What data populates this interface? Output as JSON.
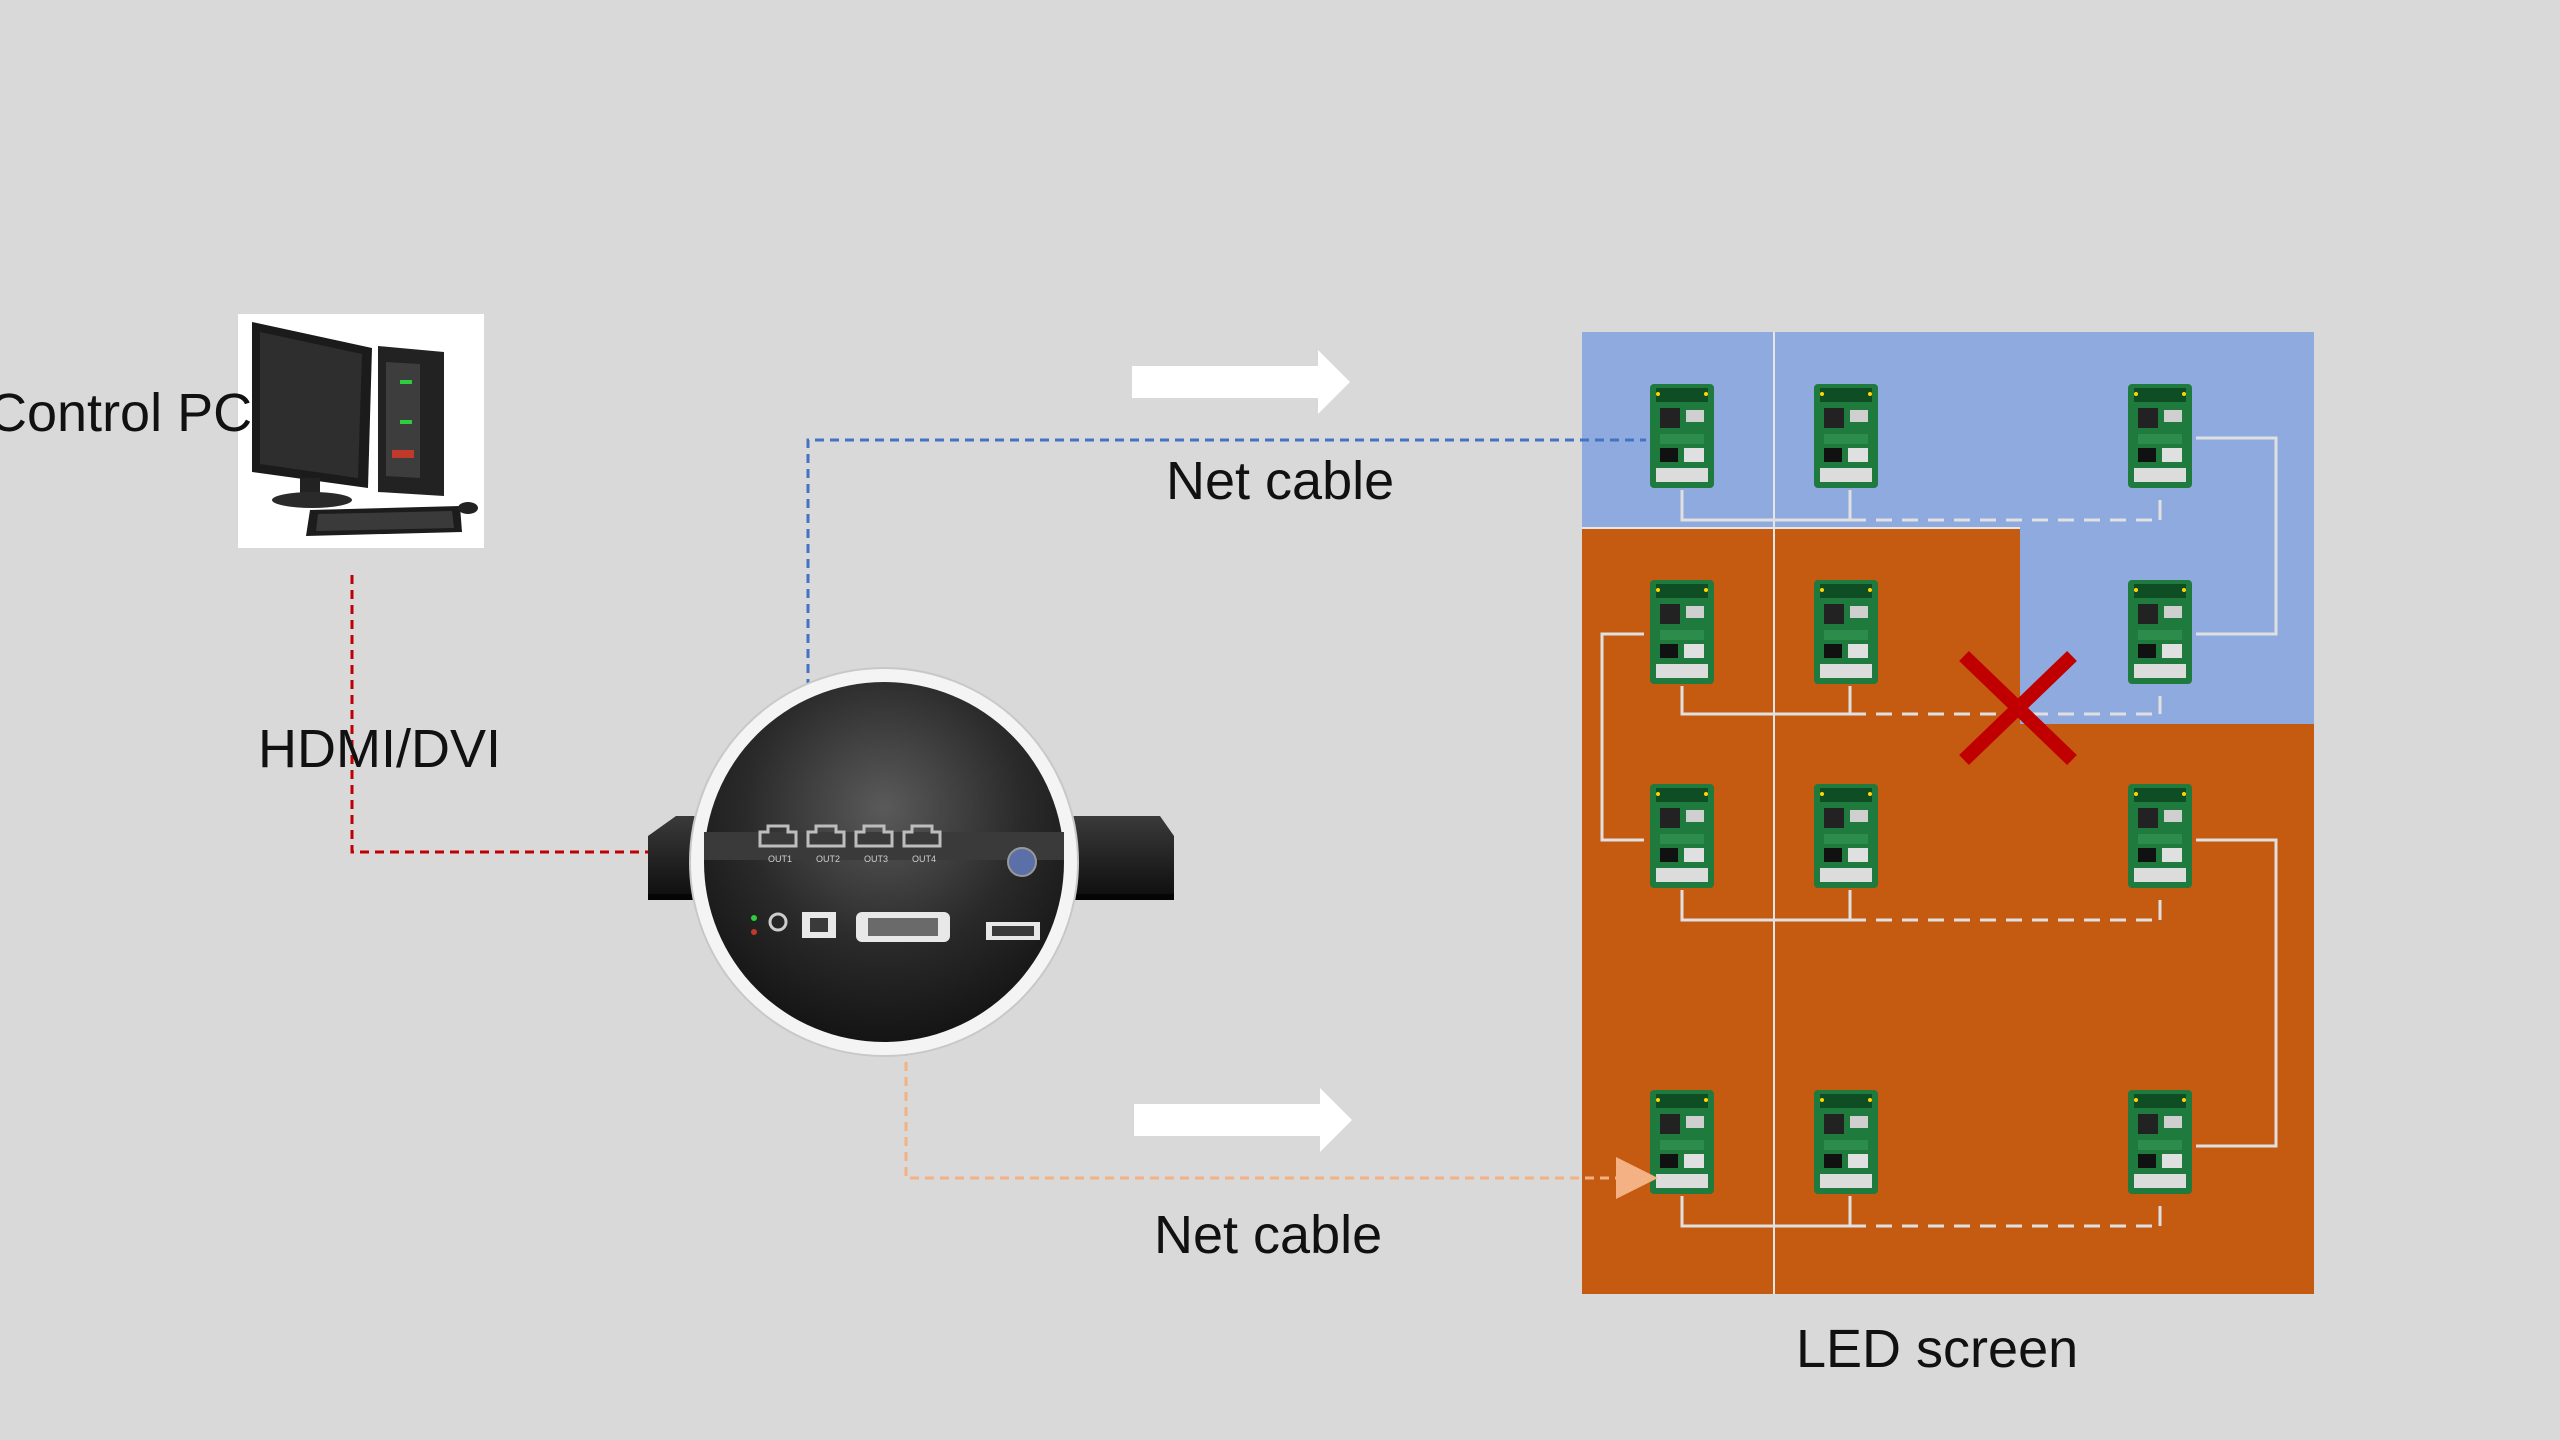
{
  "labels": {
    "control_pc": "Control PC",
    "hdmi_dvi": "HDMI/DVI",
    "net_cable_top": "Net cable",
    "net_cable_bottom": "Net cable",
    "led_screen": "LED screen"
  },
  "colors": {
    "background": "#d9d9d9",
    "screen_blue": "#8eaadf",
    "screen_orange": "#c55a11",
    "cable_blue": "#4472c4",
    "cable_orange": "#f4b183",
    "cable_red": "#c00000",
    "fault_mark": "#c00000",
    "receiver_pcb": "#1f7a3d"
  },
  "icons": {
    "pc": "desktop-computer-icon",
    "controller": "led-sending-box-icon",
    "receiver": "receiving-card-icon",
    "fault": "x-mark-icon",
    "direction": "arrow-right-icon"
  },
  "controller_ports": [
    "OUT1",
    "OUT2",
    "OUT3",
    "OUT4"
  ]
}
